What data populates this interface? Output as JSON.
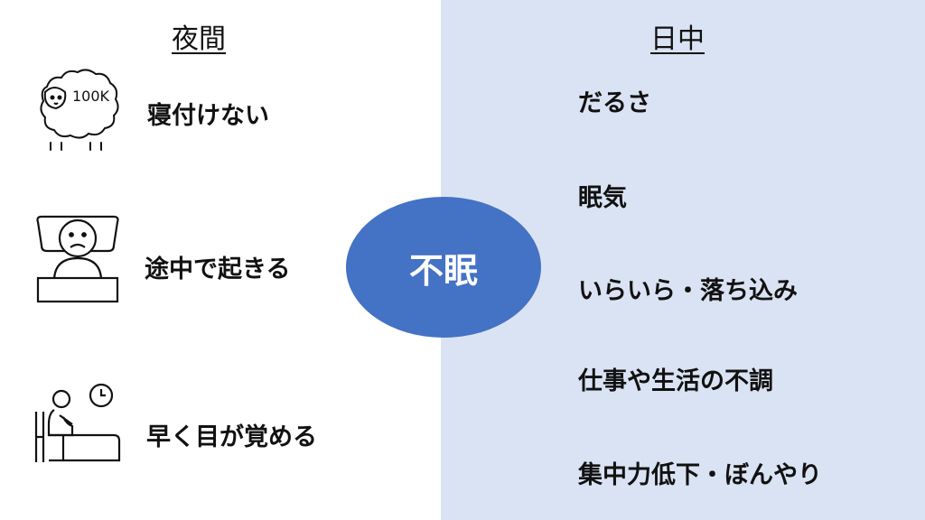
{
  "colors": {
    "day_panel": "#dae3f3",
    "center_fill": "#4472c4",
    "text": "#111111"
  },
  "night": {
    "heading": "夜間",
    "items": [
      {
        "icon": "sheep-100k-icon",
        "label": "寝付けない"
      },
      {
        "icon": "sad-person-in-bed-icon",
        "label": "途中で起きる"
      },
      {
        "icon": "person-sitting-up-in-bed-with-clock-icon",
        "label": "早く目が覚める"
      }
    ]
  },
  "center": {
    "label": "不眠"
  },
  "day": {
    "heading": "日中",
    "items": [
      {
        "label": "だるさ"
      },
      {
        "label": "眠気"
      },
      {
        "label": "いらいら・落ち込み"
      },
      {
        "label": "仕事や生活の不調"
      },
      {
        "label": "集中力低下・ぼんやり"
      }
    ]
  },
  "icons": {
    "sheep_text": "100K"
  }
}
